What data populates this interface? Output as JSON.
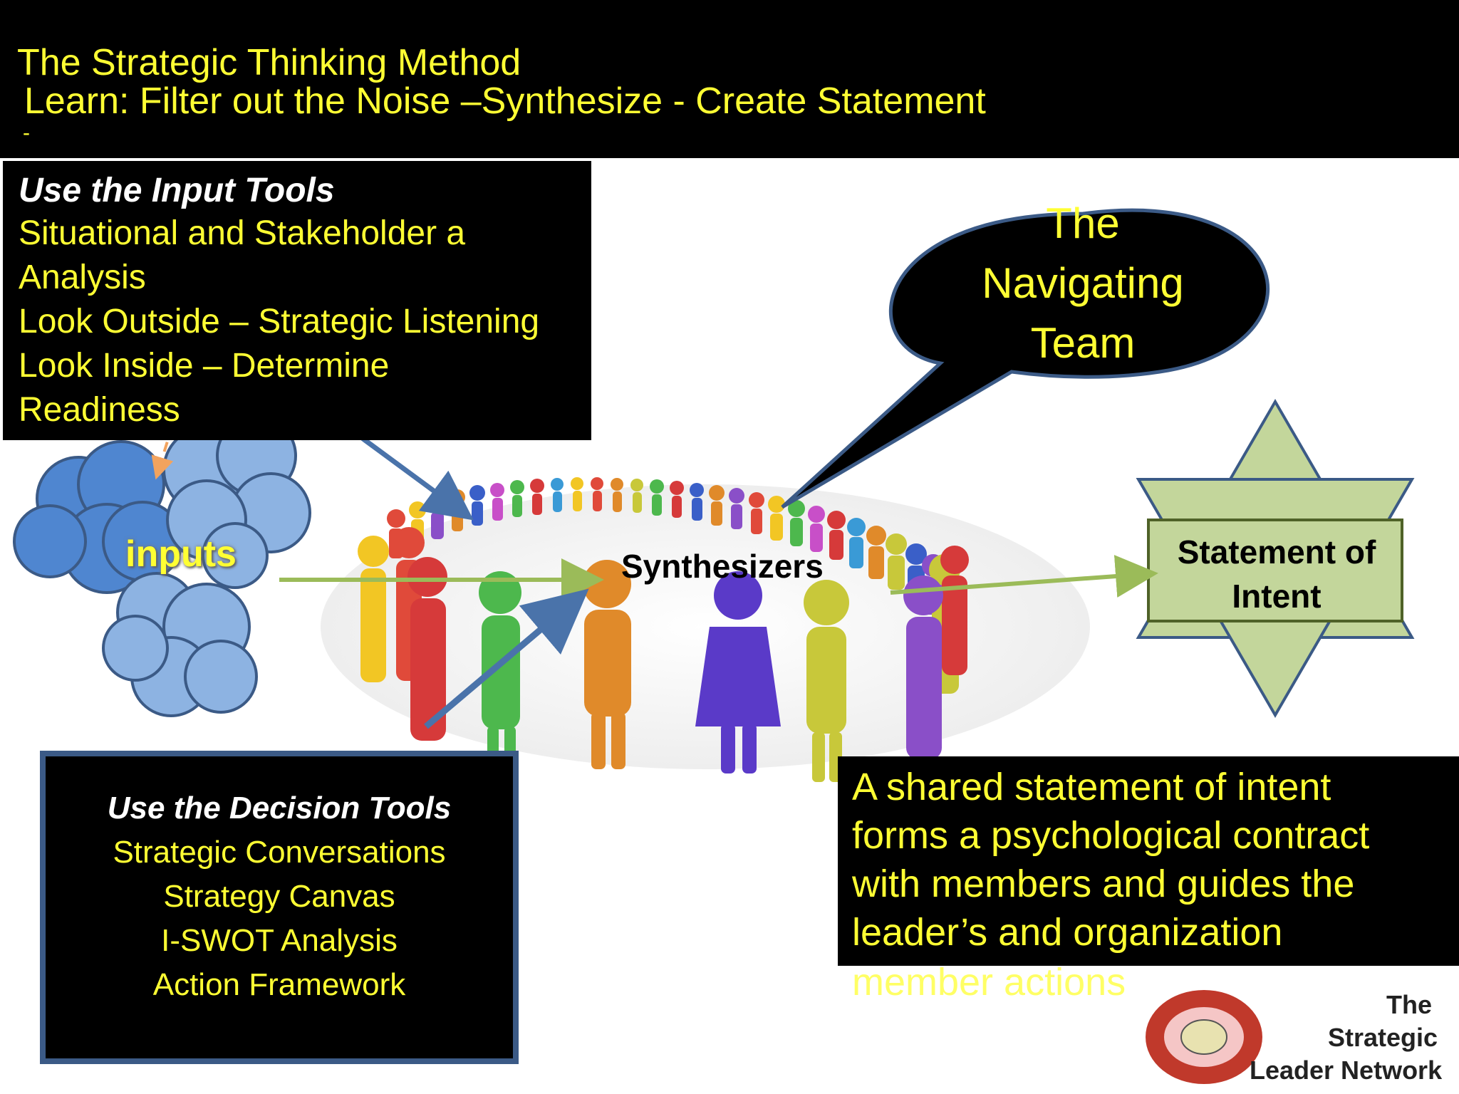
{
  "header": {
    "title": "The Strategic Thinking Method",
    "subtitle": "Learn: Filter out the Noise –Synthesize - Create Statement",
    "dash": "-"
  },
  "input_tools": {
    "heading": "Use the Input Tools",
    "lines": [
      "Situational and Stakeholder a",
      "Analysis",
      "Look Outside – Strategic Listening",
      "Look Inside – Determine",
      "Readiness"
    ]
  },
  "inputs_label": "inputs",
  "synthesizers_label": "Synthesizers",
  "navigating_team": [
    "The",
    "Navigating",
    "Team"
  ],
  "statement_of_intent": [
    "Statement of",
    "Intent"
  ],
  "decision_tools": {
    "heading": "Use the Decision Tools",
    "lines": [
      "Strategic  Conversations",
      "Strategy Canvas",
      "I-SWOT Analysis",
      "Action Framework"
    ]
  },
  "shared_statement": {
    "lines": [
      "A shared statement of intent",
      "forms a psychological contract",
      "with members and guides the",
      "leader’s and organization",
      "member actions"
    ]
  },
  "logo": {
    "lines": [
      "The",
      "Strategic",
      "Leader Network"
    ]
  },
  "colors": {
    "title_bg": "#000000",
    "title_text": "#ffff33",
    "cloud_dark": "#4f86d0",
    "cloud_light": "#8db3e2",
    "star_fill": "#c3d69b",
    "star_border": "#3b5a86",
    "arrow_green": "#9bbb59",
    "arrow_blue": "#4a73aa"
  }
}
